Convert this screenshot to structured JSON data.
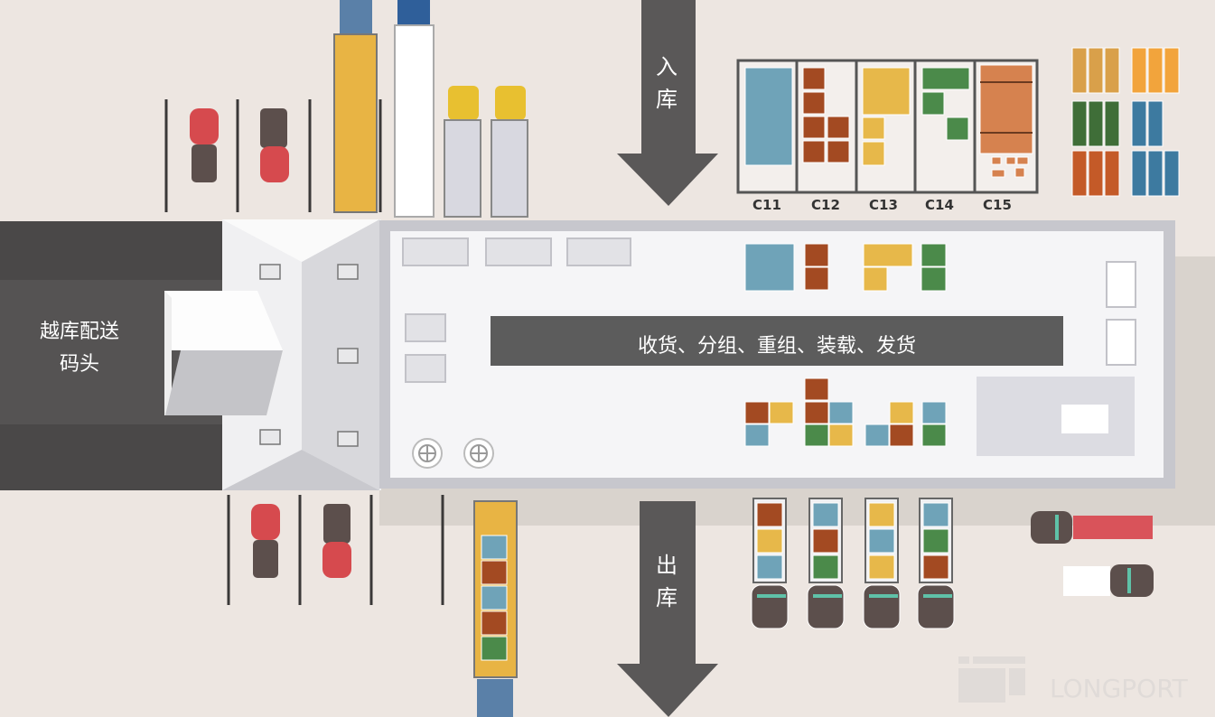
{
  "dock": {
    "label_line1": "越库配送",
    "label_line2": "码头"
  },
  "inbound_arrow": {
    "char1": "入",
    "char2": "库"
  },
  "outbound_arrow": {
    "char1": "出",
    "char2": "库"
  },
  "process_band": {
    "label": "收货、分组、重组、装载、发货"
  },
  "storage_bays": [
    {
      "label": "C11"
    },
    {
      "label": "C12"
    },
    {
      "label": "C13"
    },
    {
      "label": "C14"
    },
    {
      "label": "C15"
    }
  ],
  "watermark": {
    "text": "LONGPORT"
  },
  "colors": {
    "background": "#ede6e1",
    "dock": "#4e4c4c",
    "arrow": "#5a5858",
    "band": "#5c5c5c",
    "blue_box": "#6fa3b8",
    "brown_box": "#a34a22",
    "yellow_box": "#e7b84a",
    "green_box": "#4b8a4a",
    "orange_box": "#d6824f"
  }
}
